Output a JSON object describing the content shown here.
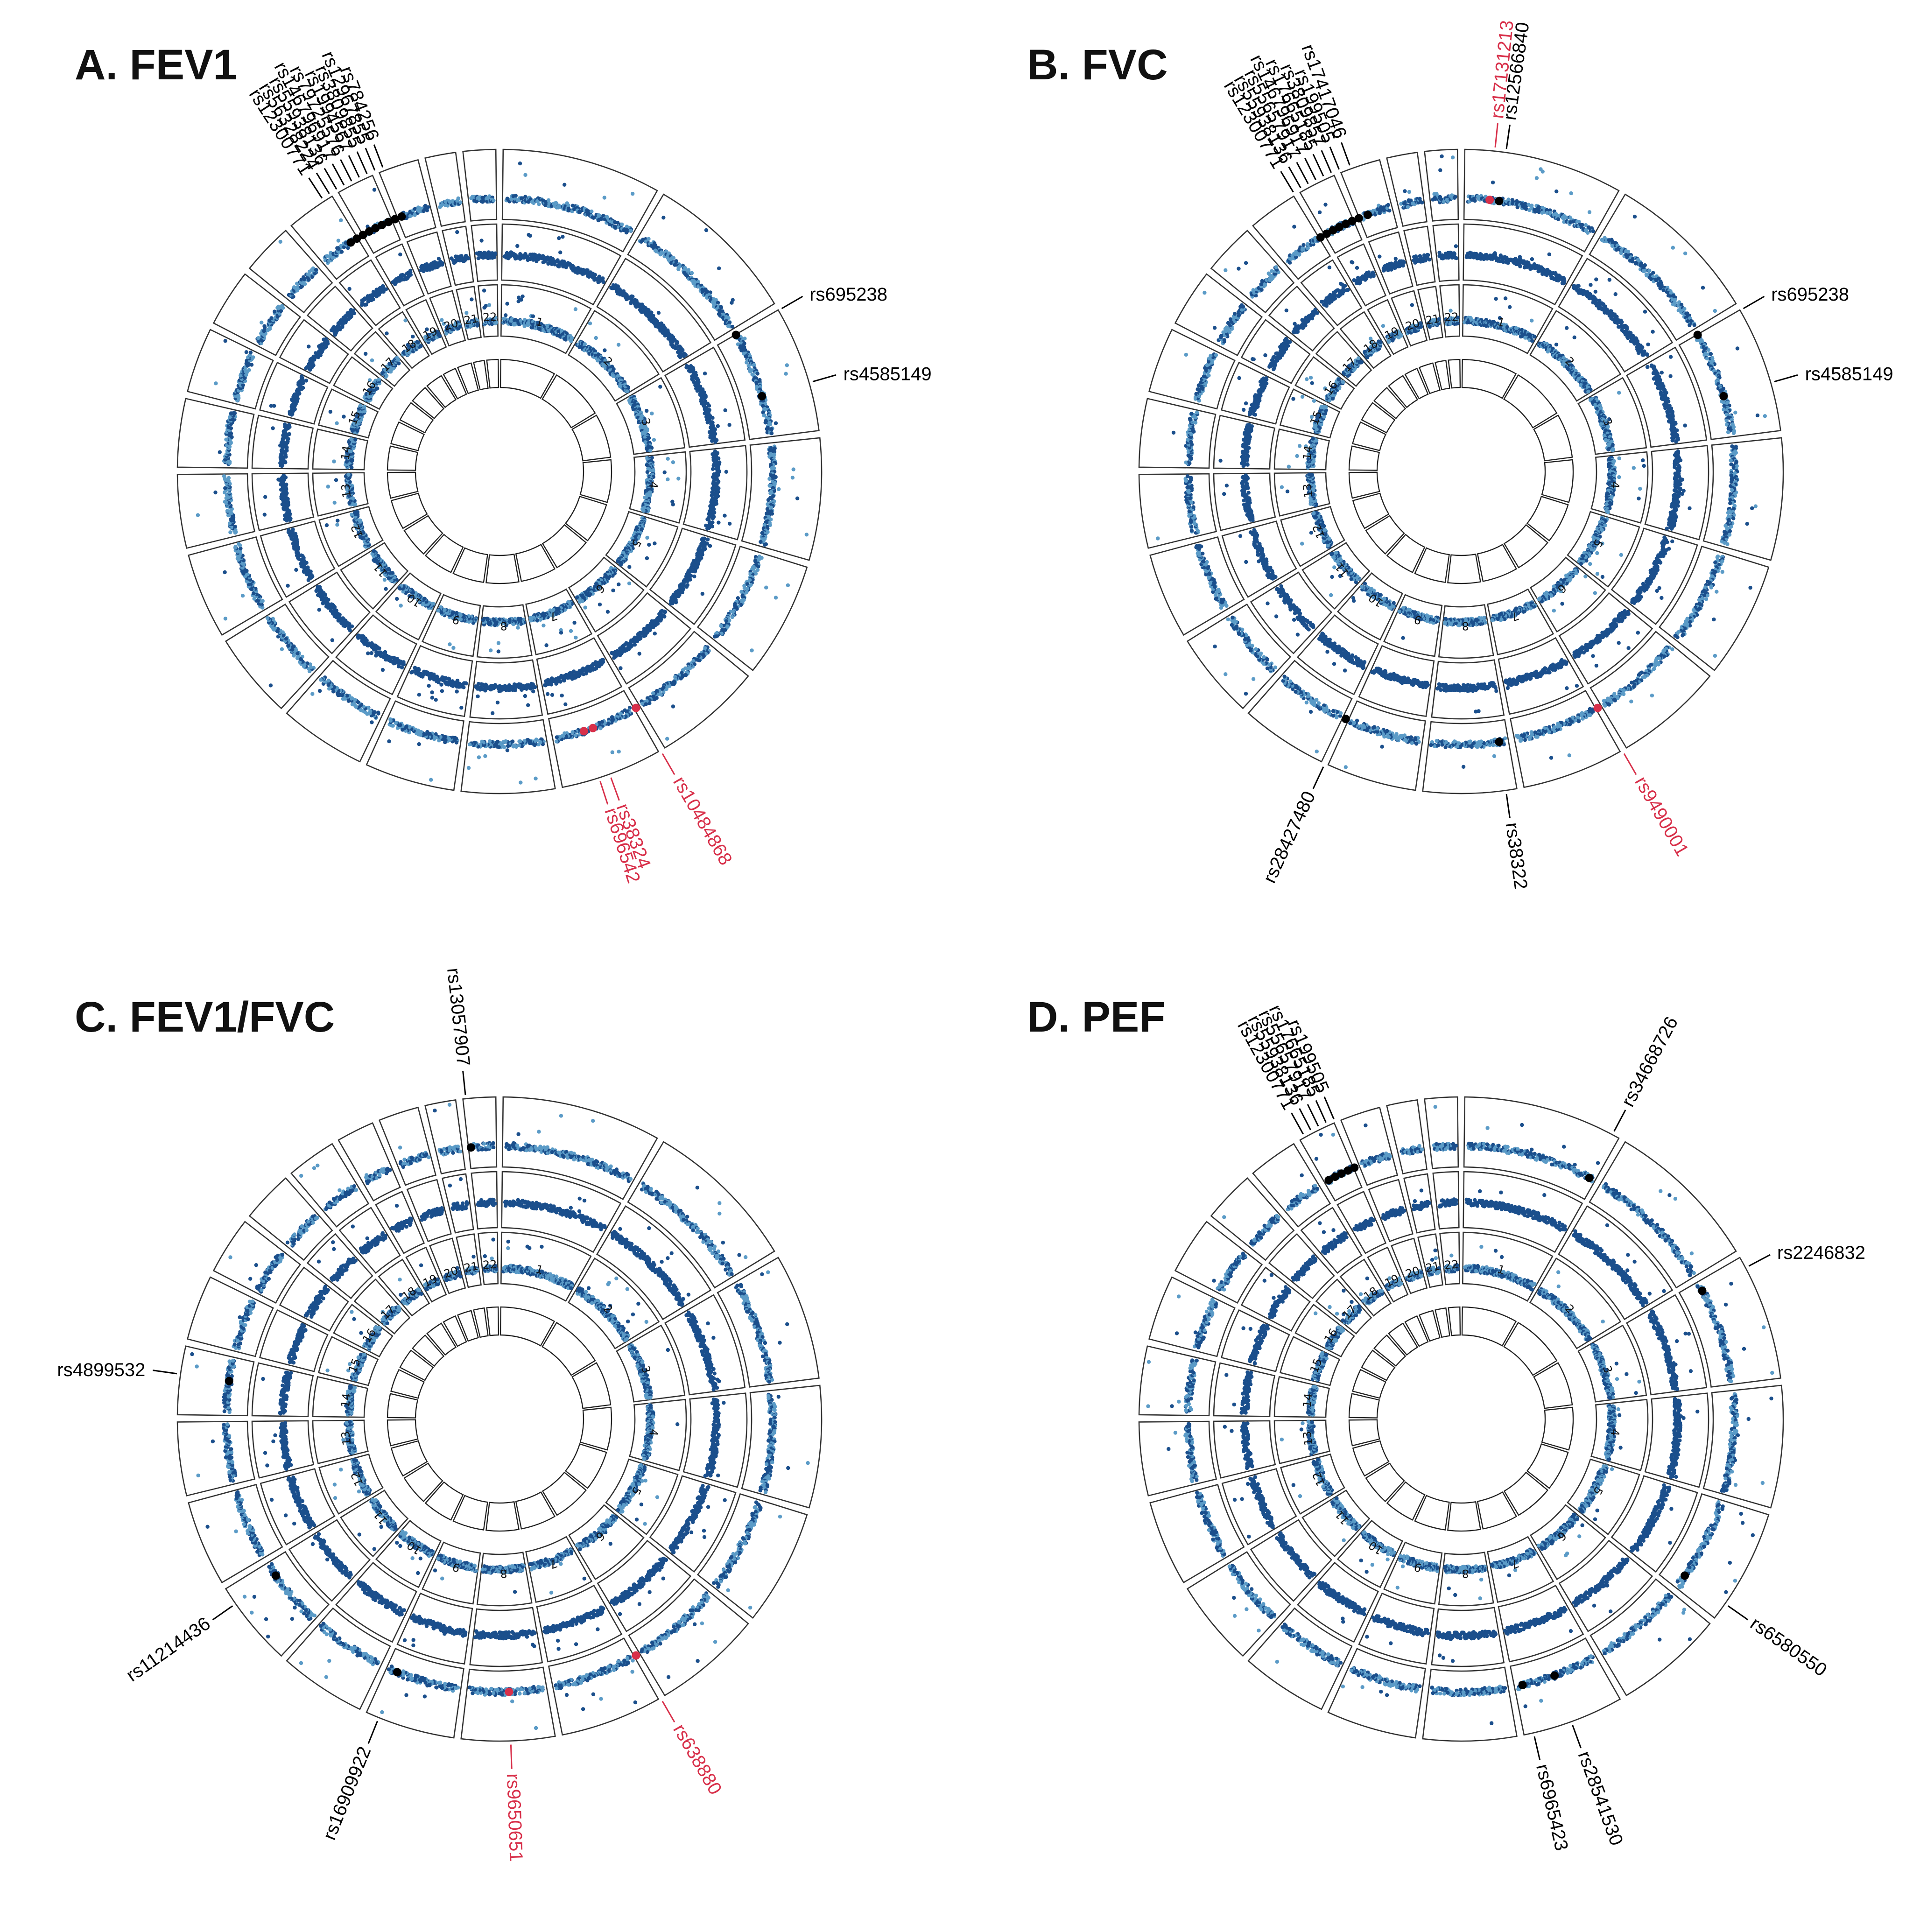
{
  "colors": {
    "light_blue": "#5b9bc7",
    "dark_blue": "#1b4f8c",
    "black": "#000000",
    "red": "#d8304a"
  },
  "chromosome_labels": [
    "1",
    "2",
    "3",
    "4",
    "5",
    "6",
    "7",
    "8",
    "9",
    "10",
    "11",
    "12",
    "13",
    "14",
    "15",
    "16",
    "17",
    "18",
    "19",
    "20",
    "21",
    "22"
  ],
  "chart_data": [
    {
      "type": "scatter",
      "panel": "A. FEV1",
      "title": "A. FEV1",
      "annotated_snps": [
        {
          "name": "rs784256",
          "color": "black"
        },
        {
          "name": "rs12967855",
          "color": "black"
        },
        {
          "name": "rs3809855",
          "color": "black"
        },
        {
          "name": "rs1994567",
          "color": "black"
        },
        {
          "name": "rs79725576",
          "color": "black"
        },
        {
          "name": "rs146796917",
          "color": "black"
        },
        {
          "name": "rs55938136",
          "color": "black"
        },
        {
          "name": "rs56328224",
          "color": "black"
        },
        {
          "name": "rs12300771",
          "color": "black"
        },
        {
          "name": "rs695238",
          "color": "black"
        },
        {
          "name": "rs4585149",
          "color": "black"
        },
        {
          "name": "rs10484868",
          "color": "red"
        },
        {
          "name": "rs38324",
          "color": "red"
        },
        {
          "name": "rs696542",
          "color": "red"
        }
      ]
    },
    {
      "type": "scatter",
      "panel": "B. FVC",
      "title": "B. FVC",
      "annotated_snps": [
        {
          "name": "rs17131213",
          "color": "red"
        },
        {
          "name": "rs12566840",
          "color": "black"
        },
        {
          "name": "rs17417046",
          "color": "black"
        },
        {
          "name": "rs199505",
          "color": "black"
        },
        {
          "name": "rs3809857",
          "color": "black"
        },
        {
          "name": "rs17665185",
          "color": "black"
        },
        {
          "name": "rs146796917",
          "color": "black"
        },
        {
          "name": "rs55657917",
          "color": "black"
        },
        {
          "name": "rs55938136",
          "color": "black"
        },
        {
          "name": "rs12300771",
          "color": "black"
        },
        {
          "name": "rs695238",
          "color": "black"
        },
        {
          "name": "rs4585149",
          "color": "black"
        },
        {
          "name": "rs9490001",
          "color": "red"
        },
        {
          "name": "rs38322",
          "color": "black"
        },
        {
          "name": "rs28427480",
          "color": "black"
        }
      ]
    },
    {
      "type": "scatter",
      "panel": "C. FEV1/FVC",
      "title": "C. FEV1/FVC",
      "annotated_snps": [
        {
          "name": "rs13057907",
          "color": "black"
        },
        {
          "name": "rs4899532",
          "color": "black"
        },
        {
          "name": "rs11214436",
          "color": "black"
        },
        {
          "name": "rs16909922",
          "color": "black"
        },
        {
          "name": "rs9650651",
          "color": "red"
        },
        {
          "name": "rs638880",
          "color": "red"
        }
      ]
    },
    {
      "type": "scatter",
      "panel": "D. PEF",
      "title": "D. PEF",
      "annotated_snps": [
        {
          "name": "rs199505",
          "color": "black"
        },
        {
          "name": "rs17665185",
          "color": "black"
        },
        {
          "name": "rs55657917",
          "color": "black"
        },
        {
          "name": "rs55938136",
          "color": "black"
        },
        {
          "name": "rs12300771",
          "color": "black"
        },
        {
          "name": "rs34668726",
          "color": "black"
        },
        {
          "name": "rs2246832",
          "color": "black"
        },
        {
          "name": "rs6580550",
          "color": "black"
        },
        {
          "name": "rs28541530",
          "color": "black"
        },
        {
          "name": "rs6965423",
          "color": "black"
        }
      ]
    }
  ]
}
